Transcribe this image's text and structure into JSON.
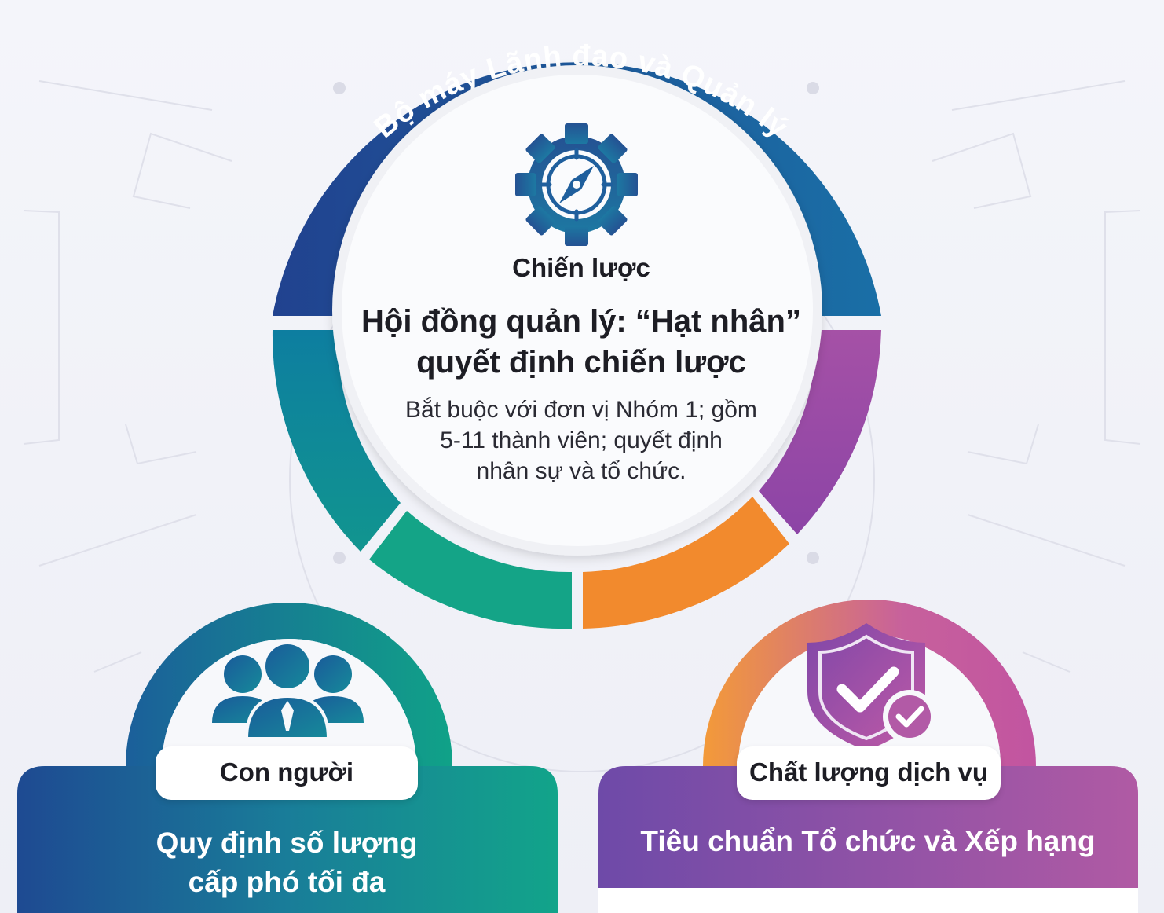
{
  "hub": {
    "ring_label": "Bộ máy Lãnh đạo và Quản lý",
    "category": "Chiến lược",
    "title_line1": "Hội đồng quản lý: “Hạt nhân”",
    "title_line2": "quyết định chiến lược",
    "desc_line1": "Bắt buộc với đơn vị Nhóm 1; gồm",
    "desc_line2": "5-11 thành viên; quyết định",
    "desc_line3": "nhân sự và tổ chức.",
    "icon": "compass-gear-icon"
  },
  "people": {
    "tag": "Con người",
    "panel_line1": "Quy định số lượng",
    "panel_line2": "cấp phó tối đa",
    "icon": "people-group-icon"
  },
  "quality": {
    "tag": "Chất lượng dịch vụ",
    "panel_title": "Tiêu chuẩn Tổ chức và Xếp hạng",
    "icon": "shield-check-icon"
  },
  "colors": {
    "navy": "#1f4a93",
    "blue": "#1d6aa6",
    "teal": "#0f8a9c",
    "green": "#14a58a",
    "orange": "#f28a2d",
    "purple": "#8e4fa8",
    "magenta": "#b0519c"
  }
}
